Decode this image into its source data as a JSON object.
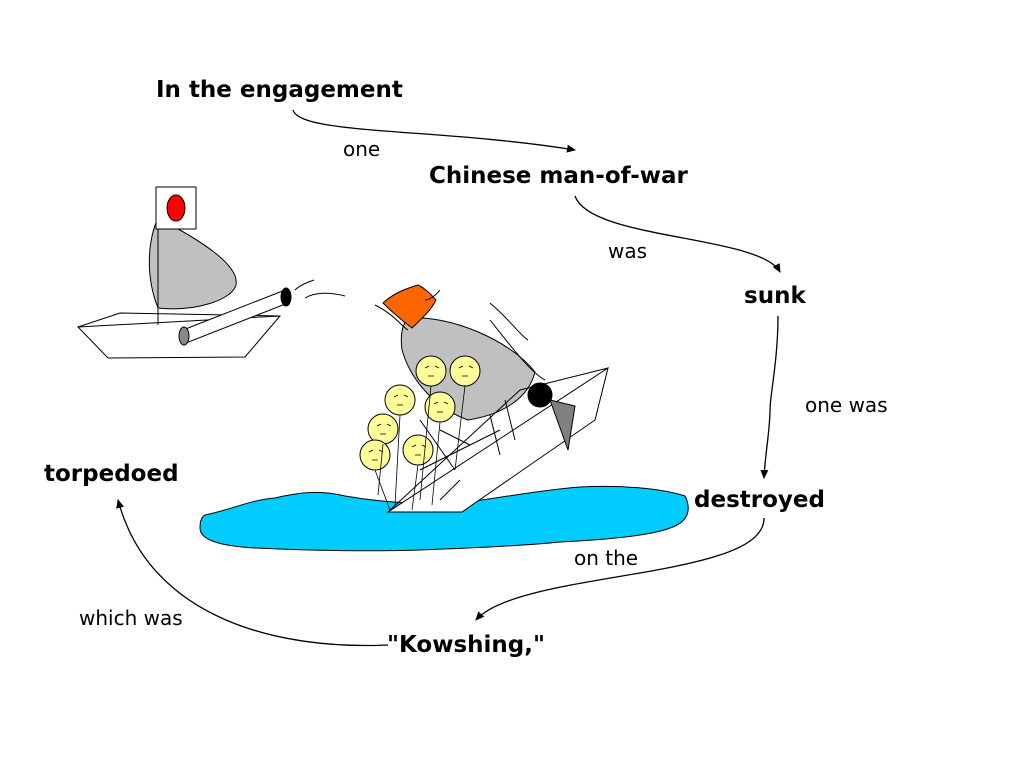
{
  "nodes": {
    "engagement": "In the engagement",
    "man_of_war": "Chinese man-of-war",
    "sunk": "sunk",
    "destroyed": "destroyed",
    "kowshing": "\"Kowshing,\"",
    "torpedoed": "torpedoed"
  },
  "edges": {
    "one": "one",
    "was": "was",
    "one_was": "one was",
    "on_the": "on the",
    "which_was": "which was"
  },
  "colors": {
    "water": "#00ccff",
    "sail": "#c0c0c0",
    "japan_sun": "#ff0000",
    "chinese_flag": "#ff6600",
    "faces": "#ffff99"
  },
  "icons": {
    "japanese_ship": "japanese-warship-icon",
    "sinking_ship": "sinking-chinese-warship-icon"
  }
}
